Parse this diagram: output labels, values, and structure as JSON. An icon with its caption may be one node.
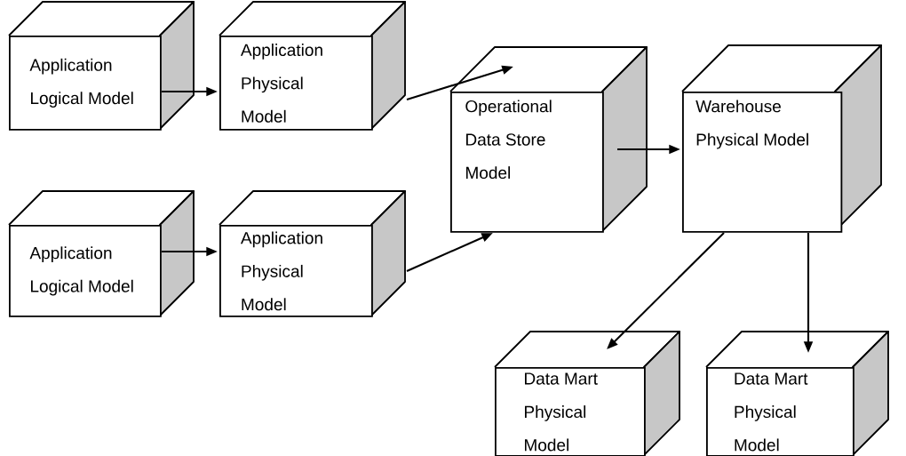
{
  "diagram": {
    "nodes": [
      {
        "text": [
          "Application Logical Model"
        ]
      },
      {
        "text": [
          "Application Physical Model"
        ]
      },
      {
        "text": [
          "Application Logical Model"
        ]
      },
      {
        "text": [
          "Application Physical Model"
        ]
      },
      {
        "text": [
          "Operational Data Store Model"
        ]
      },
      {
        "text": [
          "Warehouse Physical Model"
        ]
      },
      {
        "text": [
          "Data Mart Physical Model"
        ]
      },
      {
        "text": [
          "Data Mart Physical Model"
        ]
      }
    ],
    "edges": [
      {
        "from": 0,
        "to": 1,
        "arrow": "to"
      },
      {
        "from": 1,
        "to": 4,
        "arrow": "to"
      },
      {
        "from": 2,
        "to": 3,
        "arrow": "to"
      },
      {
        "from": 3,
        "to": 4,
        "arrow": "to"
      },
      {
        "from": 4,
        "to": 5,
        "arrow": "to"
      },
      {
        "from": 5,
        "to": 6,
        "arrow": "to"
      },
      {
        "from": 5,
        "to": 7,
        "arrow": "to"
      }
    ]
  }
}
